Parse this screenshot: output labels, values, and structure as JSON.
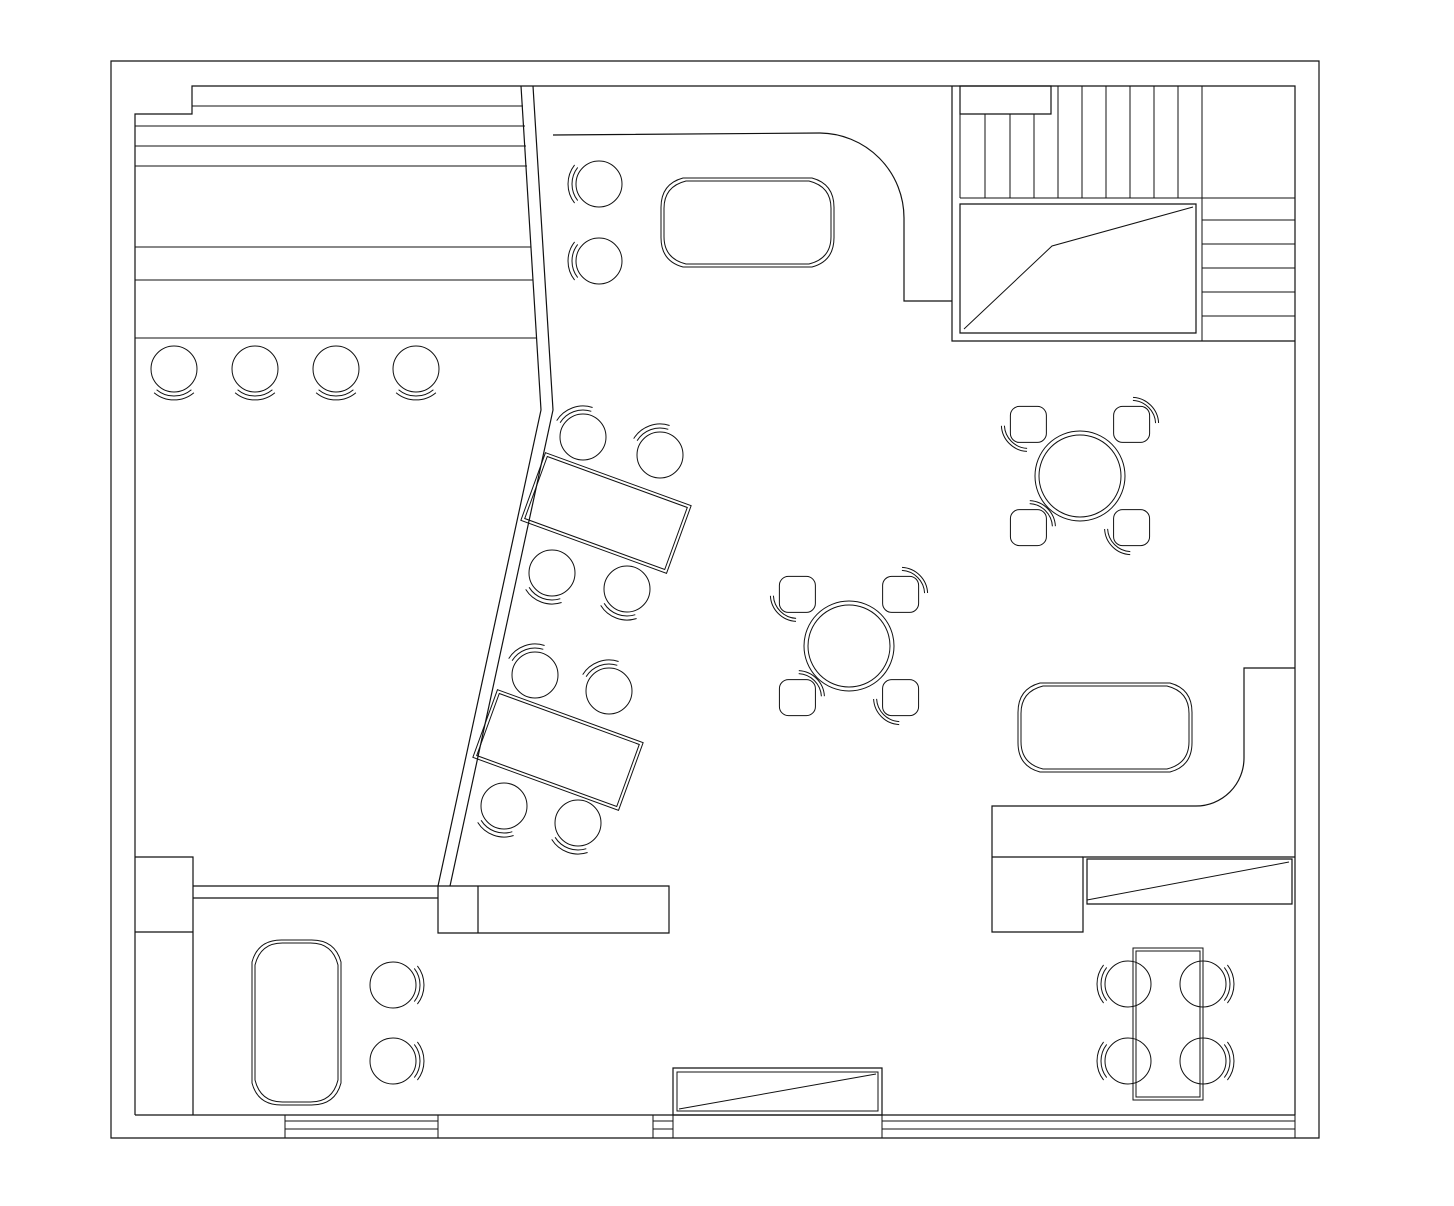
{
  "drawing": {
    "type": "architectural floor plan",
    "labels": [],
    "colors": {
      "background": "#ffffff",
      "line": "#111111"
    }
  },
  "furniture": {
    "round_tables": 2,
    "oval_tables": 3,
    "rectangular_tables": 3,
    "stool_rows": 1,
    "stairs": 1
  }
}
